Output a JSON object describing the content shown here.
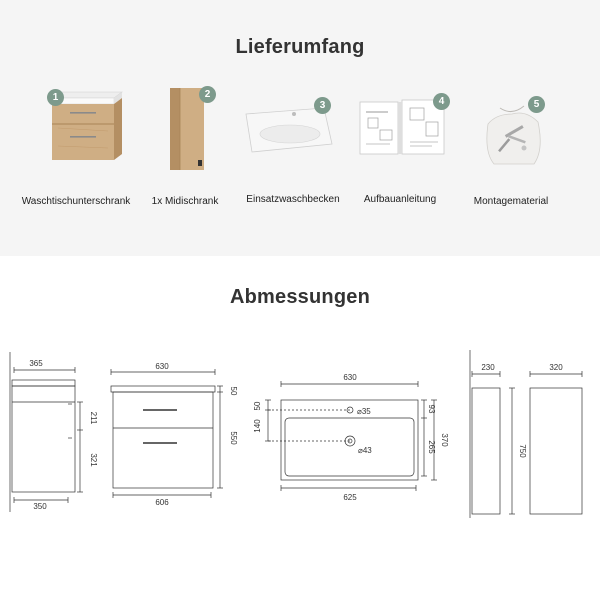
{
  "scope": {
    "title": "Lieferumfang",
    "items": [
      {
        "num": "1",
        "label": "Waschtischunterschrank"
      },
      {
        "num": "2",
        "label": "1x Midischrank"
      },
      {
        "num": "3",
        "label": "Einsatzwaschbecken"
      },
      {
        "num": "4",
        "label": "Aufbauanleitung"
      },
      {
        "num": "5",
        "label": "Montagematerial"
      }
    ]
  },
  "dimensions": {
    "title": "Abmessungen",
    "side_view": {
      "top_width": "365",
      "bottom_width": "350",
      "upper_drawer": "211",
      "lower_drawer": "321"
    },
    "front_view": {
      "top_width": "630",
      "bottom_width": "606",
      "basin_height": "50",
      "body_height": "550"
    },
    "basin_view": {
      "outer_width": "630",
      "inner_width": "625",
      "tap_offset": "50",
      "bowl_offset": "140",
      "tap_hole": "⌀35",
      "drain_hole": "⌀43",
      "right_top": "93",
      "right_inner": "265",
      "right_total": "370"
    },
    "cabinet_side": {
      "depth": "230",
      "height": "750"
    },
    "cabinet_front": {
      "width": "320"
    }
  }
}
